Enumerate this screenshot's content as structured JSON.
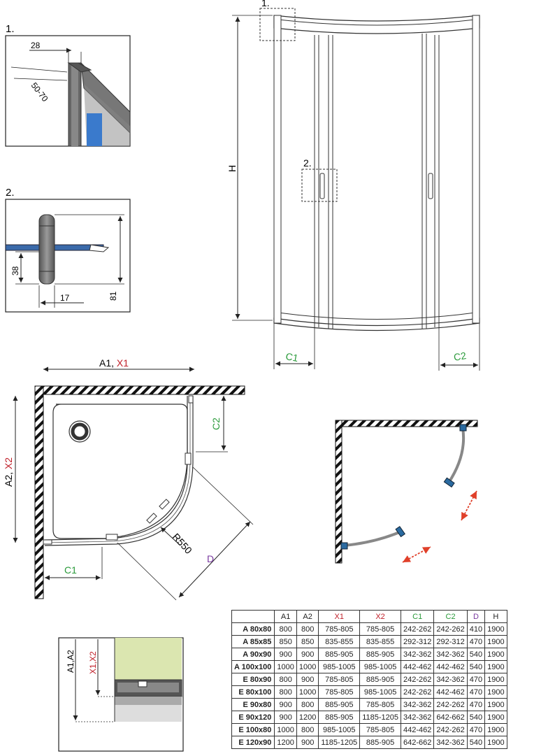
{
  "detail1": {
    "label": "1.",
    "dim_top": "28",
    "dim_diag": "50-70"
  },
  "detail2": {
    "label": "2.",
    "dim_h": "38",
    "dim_w": "17",
    "dim_total": "81"
  },
  "front": {
    "label1": "1.",
    "label2": "2.",
    "dim_h": "H",
    "dim_c1": "C1",
    "dim_c2": "C2"
  },
  "plan": {
    "dim_a1": "A1, ",
    "dim_x1": "X1",
    "dim_a2": "A2, ",
    "dim_x2": "X2",
    "dim_c1": "C1",
    "dim_c2": "C2",
    "dim_r": "R550",
    "dim_d": "D"
  },
  "section": {
    "dim_a": "A1,A2",
    "dim_x": "X1,X2"
  },
  "colors": {
    "red": "#c0202a",
    "green": "#2a9a3a",
    "purple": "#7a3aa0",
    "blue": "#2a6aa0",
    "glass": "#dbe6b0"
  },
  "table": {
    "headers": [
      "",
      "A1",
      "A2",
      "X1",
      "X2",
      "C1",
      "C2",
      "D",
      "H"
    ],
    "rows": [
      [
        "A 80x80",
        "800",
        "800",
        "785-805",
        "785-805",
        "242-262",
        "242-262",
        "410",
        "1900"
      ],
      [
        "A 85x85",
        "850",
        "850",
        "835-855",
        "835-855",
        "292-312",
        "292-312",
        "470",
        "1900"
      ],
      [
        "A 90x90",
        "900",
        "900",
        "885-905",
        "885-905",
        "342-362",
        "342-362",
        "540",
        "1900"
      ],
      [
        "A 100x100",
        "1000",
        "1000",
        "985-1005",
        "985-1005",
        "442-462",
        "442-462",
        "540",
        "1900"
      ],
      [
        "E 80x90",
        "800",
        "900",
        "785-805",
        "885-905",
        "242-262",
        "342-362",
        "470",
        "1900"
      ],
      [
        "E 80x100",
        "800",
        "1000",
        "785-805",
        "985-1005",
        "242-262",
        "442-462",
        "470",
        "1900"
      ],
      [
        "E 90x80",
        "900",
        "800",
        "885-905",
        "785-805",
        "342-362",
        "242-262",
        "470",
        "1900"
      ],
      [
        "E 90x120",
        "900",
        "1200",
        "885-905",
        "1185-1205",
        "342-362",
        "642-662",
        "540",
        "1900"
      ],
      [
        "E 100x80",
        "1000",
        "800",
        "985-1005",
        "785-805",
        "442-462",
        "242-262",
        "470",
        "1900"
      ],
      [
        "E 120x90",
        "1200",
        "900",
        "1185-1205",
        "885-905",
        "642-662",
        "342-362",
        "540",
        "1900"
      ]
    ]
  }
}
